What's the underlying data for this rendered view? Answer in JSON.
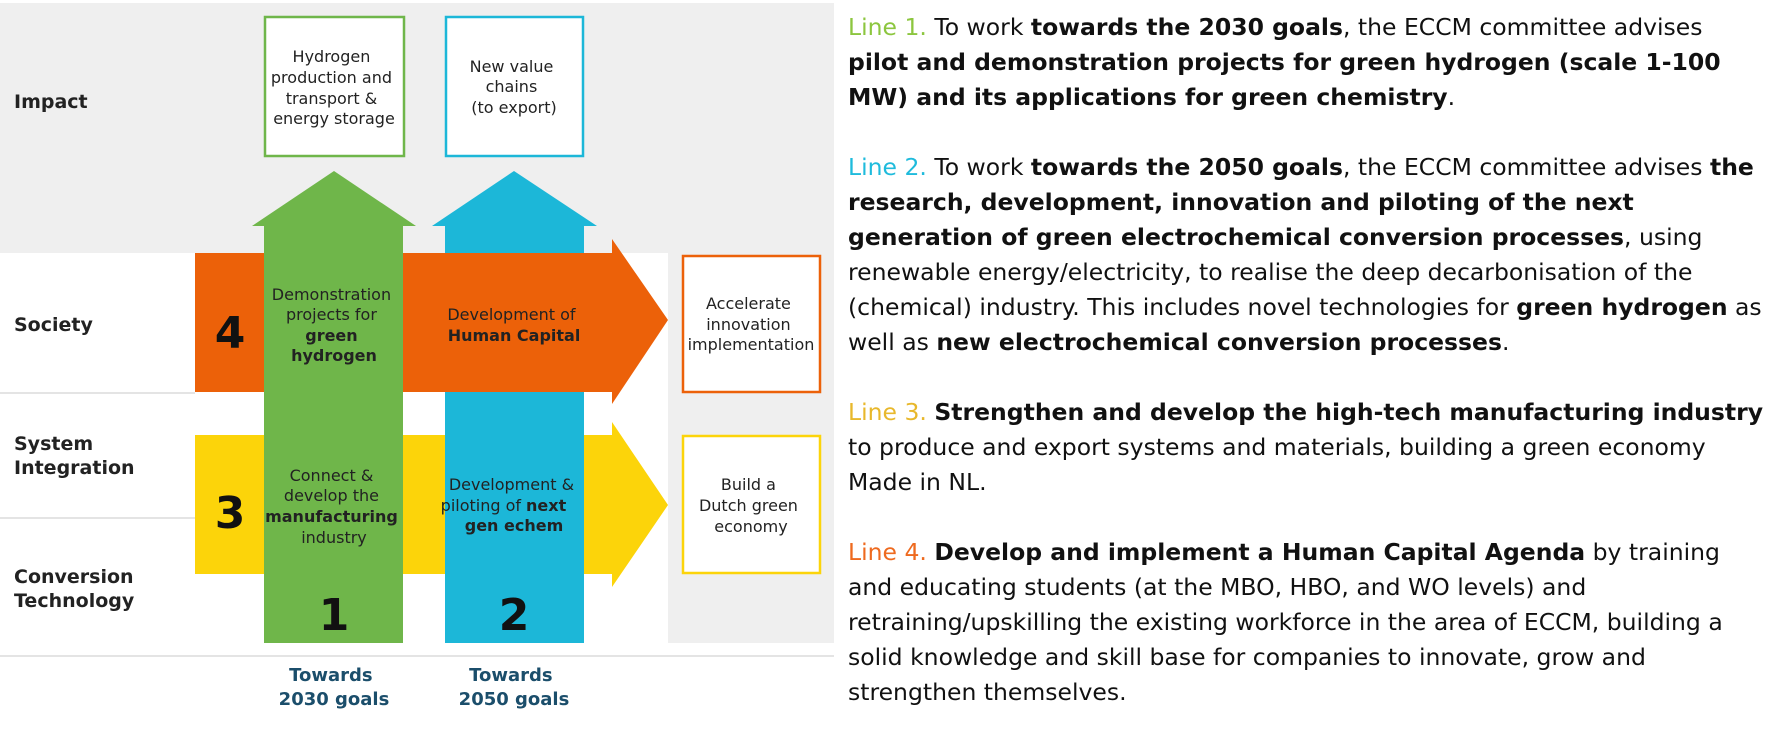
{
  "diagram": {
    "rows": {
      "impact": [
        "Impact"
      ],
      "society": [
        "Society"
      ],
      "system_integration": [
        "System",
        "Integration"
      ],
      "conversion_technology": [
        "Conversion",
        "Technology"
      ]
    },
    "impact_boxes": {
      "hydrogen": [
        "Hydrogen",
        "production and",
        "transport &",
        "energy storage"
      ],
      "value_chains": [
        "New value",
        "chains",
        "(to export)"
      ]
    },
    "outcome_boxes": {
      "accelerate": [
        "Accelerate",
        "innovation",
        "implementation"
      ],
      "economy": [
        "Build a",
        "Dutch green",
        "economy"
      ]
    },
    "arrows": {
      "line1": {
        "number": "1",
        "text": [
          "Demonstration",
          "projects for",
          "green",
          "hydrogen"
        ],
        "goal": [
          "Towards",
          "2030 goals"
        ]
      },
      "line2": {
        "number": "2",
        "text": [
          "Development &",
          "piloting of",
          "next",
          "gen echem"
        ],
        "goal": [
          "Towards",
          "2050 goals"
        ]
      },
      "line3": {
        "number": "3",
        "text": [
          "Connect &",
          "develop the",
          "manufacturing",
          "industry"
        ]
      },
      "line4": {
        "number": "4",
        "text": [
          "Development of",
          "Human Capital"
        ]
      }
    },
    "colors": {
      "green": "#6fb64a",
      "blue": "#1cb7d8",
      "orange": "#ec6109",
      "yellow": "#fcd40a",
      "background_gray": "#efefef",
      "goal_text": "#1b4e6b"
    }
  },
  "text_panel": {
    "line1": {
      "tag": "Line 1.",
      "t1": " To work ",
      "b1": "towards the 2030 goals",
      "t2": ", the ECCM committee advises ",
      "b2": "pilot and demonstration projects for green hydrogen (scale 1-100 MW) and its applications for green chemistry",
      "t3": "."
    },
    "line2": {
      "tag": "Line 2.",
      "t1": " To work ",
      "b1": "towards the 2050 goals",
      "t2": ", the ECCM committee advises ",
      "b2": "the research, development, innovation and piloting of the next generation of green electrochemical conversion processes",
      "t3": ", using renewable energy/electricity, to realise the deep decarbonisation of the (chemical) industry. This includes novel technologies for ",
      "b3": "green hydrogen",
      "t4": " as well as ",
      "b4": "new electrochemical conversion processes",
      "t5": "."
    },
    "line3": {
      "tag": "Line 3.",
      "t1": " ",
      "b1": "Strengthen and develop the high-tech manufacturing industry",
      "t2": " to produce and export systems and materials, building a green economy Made in NL."
    },
    "line4": {
      "tag": "Line 4.",
      "t1": " ",
      "b1": "Develop and implement a Human Capital Agenda",
      "t2": " by training and educating students (at the MBO, HBO, and WO levels) and retraining/upskilling the existing workforce in the area of ECCM, building a solid knowledge and skill base for companies to innovate, grow and strengthen themselves."
    }
  }
}
